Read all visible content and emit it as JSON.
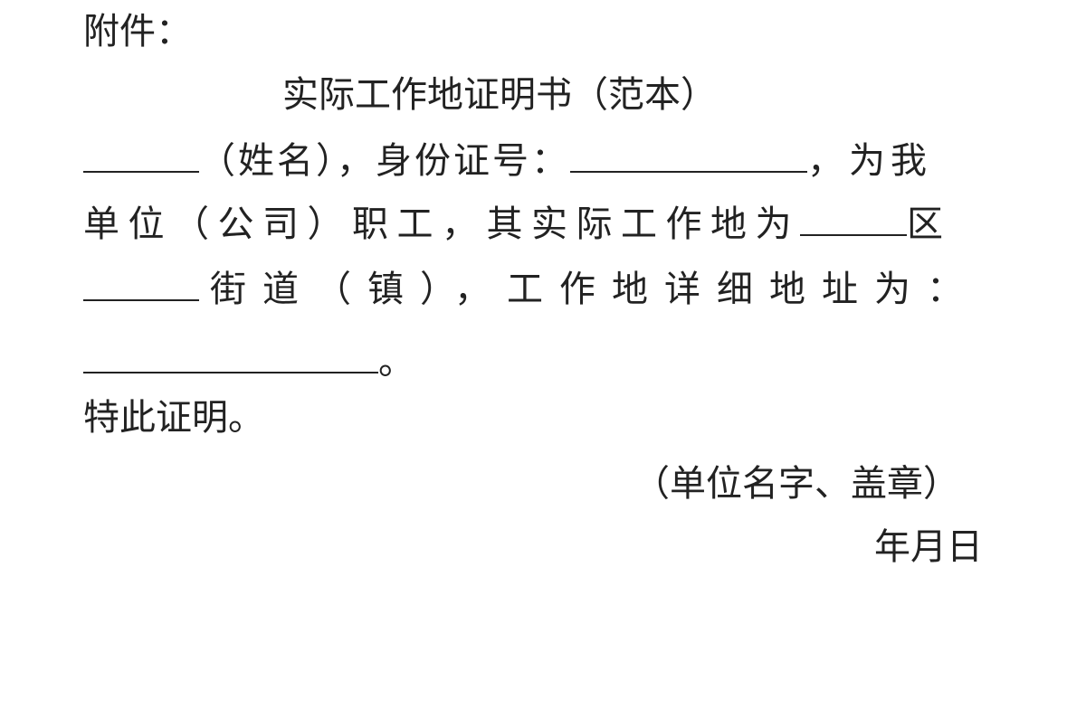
{
  "attachment_label": "附件：",
  "title": "实际工作地证明书（范本）",
  "line1": {
    "name_label": "（姓名），身份证号：",
    "suffix": "，为我"
  },
  "line2": {
    "text": "单位（公司）职工，其实际工作地为",
    "district": "区"
  },
  "line3": {
    "text": "街道（镇），工作地详细地址为："
  },
  "line4": {
    "end": "。"
  },
  "closing": "特此证明。",
  "signature": "（单位名字、盖章）",
  "date": "年月日"
}
